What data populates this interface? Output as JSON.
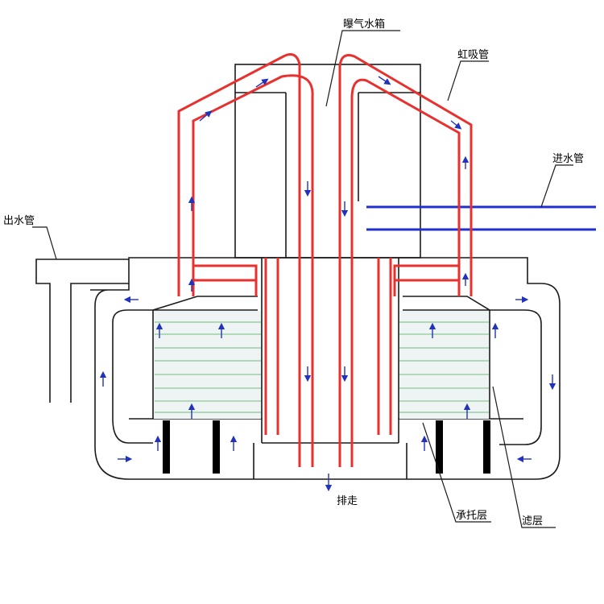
{
  "labels": {
    "aeration_tank": "曝气水箱",
    "siphon_pipe": "虹吸管",
    "inlet_pipe": "进水管",
    "outlet_pipe": "出水管",
    "drain": "排走",
    "support_layer": "承托层",
    "filter_layer": "滤层"
  },
  "colors": {
    "siphon": "#e8312f",
    "inlet": "#1f2fd0",
    "outline": "#1a1a1a",
    "filter_lines": "#9fcfa8",
    "filter_fill": "#edf4f3",
    "arrow": "#2233bb",
    "support_bar": "#000000"
  },
  "icons": {
    "flow_arrow": "flow-arrow-icon"
  }
}
